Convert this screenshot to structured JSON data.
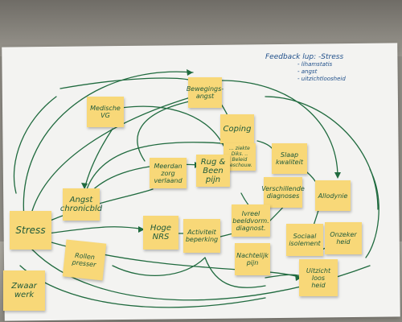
{
  "legend": {
    "title": "Feedback lup: -Stress",
    "items": [
      "- lihamstatis",
      "- angst",
      "- uitzichtloosheid"
    ]
  },
  "notes": [
    {
      "id": "bewegingsangst",
      "text": "Bewegings-\nangst"
    },
    {
      "id": "medische-vg",
      "text": "Medische\nVG"
    },
    {
      "id": "coping",
      "text": "Coping"
    },
    {
      "id": "small-coping-note",
      "text": "... ziekte\nDiks. ..\nBeleid\nbeschouw."
    },
    {
      "id": "slaap-kwaliteit",
      "text": "Slaap\nkwaliteit"
    },
    {
      "id": "meer-dan-zorg",
      "text": "Meerdan\nzorg verlaand"
    },
    {
      "id": "rug-been-pijn",
      "text": "Rug &\nBeen\npijn"
    },
    {
      "id": "verschillende-diagnoses",
      "text": "Verschillende\ndiagnoses"
    },
    {
      "id": "allodynie",
      "text": "Allodynie"
    },
    {
      "id": "angst-chronicbld",
      "text": "Angst\nchronicbld"
    },
    {
      "id": "stress",
      "text": "Stress"
    },
    {
      "id": "hoge-nrs",
      "text": "Hoge\nNRS"
    },
    {
      "id": "activiteit",
      "text": "Activiteit\nbeperking"
    },
    {
      "id": "beeldvorming",
      "text": "Ivreel\nbeeldvorm.\ndiagnost."
    },
    {
      "id": "sociaal-isolement",
      "text": "Sociaal\nisolement"
    },
    {
      "id": "onzekerheid",
      "text": "Onzeker\nheid"
    },
    {
      "id": "rollen",
      "text": "Rollen\npresser"
    },
    {
      "id": "nachtelijke-pijn",
      "text": "Nachtelijk\npijn"
    },
    {
      "id": "uitzichtloosheid",
      "text": "Uitzicht\nloos\nheid"
    },
    {
      "id": "zwaar-werk",
      "text": "Zwaar\nwerk"
    }
  ],
  "colors": {
    "note": "#f8d878",
    "ink": "#1f6a3e",
    "legend_ink": "#1f4f8a",
    "paper": "#f3f3f1"
  }
}
